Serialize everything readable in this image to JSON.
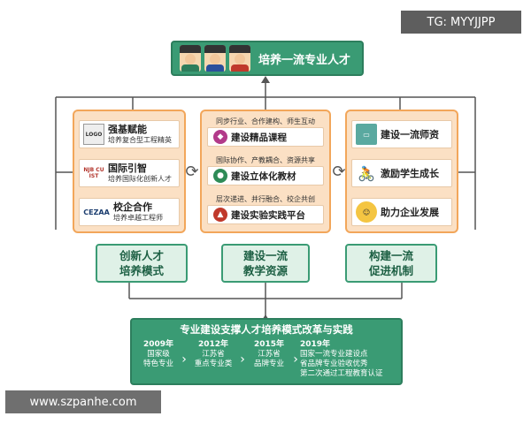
{
  "top": {
    "title": "培养一流专业人才"
  },
  "left_panel": {
    "cards": [
      {
        "logo": "LOGO",
        "title": "强基赋能",
        "sub": "培养复合型工程精英"
      },
      {
        "logo": "NJB CU IST",
        "title": "国际引智",
        "sub": "培养国际化创新人才"
      },
      {
        "logo": "CEZAA",
        "title": "校企合作",
        "sub": "培养卓越工程师"
      }
    ],
    "label": [
      "创新人才",
      "培养模式"
    ]
  },
  "mid_panel": {
    "items": [
      {
        "sub": "同步行业、合作建构、师生互动",
        "title": "建设精品课程"
      },
      {
        "sub": "国际协作、产教耦合、资源共享",
        "title": "建设立体化教材"
      },
      {
        "sub": "层次递进、并行融合、校企共创",
        "title": "建设实验实践平台"
      }
    ],
    "label": [
      "建设一流",
      "教学资源"
    ]
  },
  "right_panel": {
    "cards": [
      {
        "title": "建设一流师资"
      },
      {
        "title": "激励学生成长"
      },
      {
        "title": "助力企业发展"
      }
    ],
    "label": [
      "构建一流",
      "促进机制"
    ]
  },
  "bottom": {
    "title": "专业建设支撑人才培养模式改革与实践",
    "milestones": [
      {
        "year": "2009年",
        "lines": [
          "国家级",
          "特色专业"
        ]
      },
      {
        "year": "2012年",
        "lines": [
          "江苏省",
          "重点专业类"
        ]
      },
      {
        "year": "2015年",
        "lines": [
          "江苏省",
          "品牌专业"
        ]
      },
      {
        "year": "2019年",
        "lines": [
          "国家一流专业建设点",
          "省品牌专业验收优秀",
          "第二次通过工程教育认证"
        ]
      }
    ]
  },
  "watermarks": {
    "tg": "TG: MYYJJPP",
    "site": "www.szpanhe.com"
  },
  "colors": {
    "green": "#3a9b74",
    "orange_border": "#f2a65a",
    "orange_fill": "#fbe0c4"
  }
}
